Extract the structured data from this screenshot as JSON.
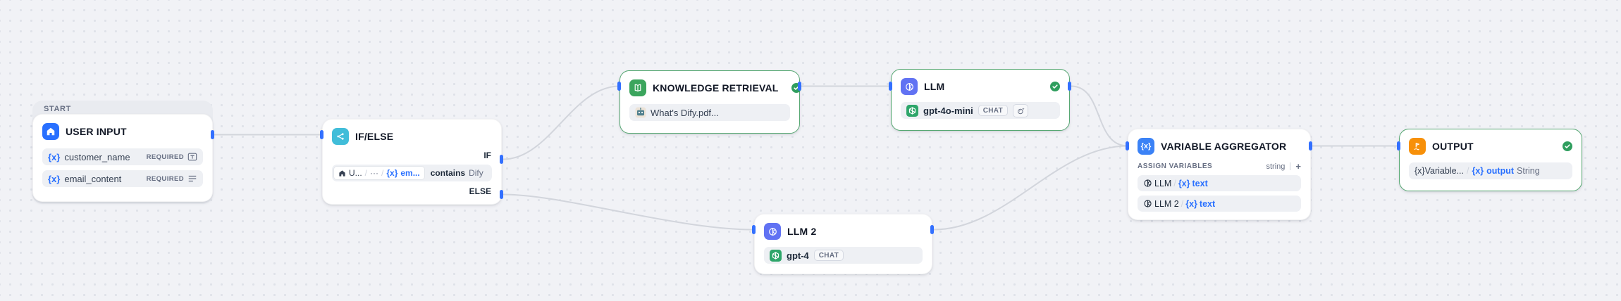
{
  "tokens": {
    "var": "{x}",
    "slash": "/",
    "ellipsis": "···"
  },
  "colors": {
    "canvas_bg": "#f1f2f6",
    "dot": "#dfe2e9",
    "edge": "#d2d5dc",
    "handle_blue": "#3370ff",
    "success_border": "#57a873",
    "check_green": "#2f9e5e",
    "user_input_icon": "#2970ff",
    "ifelse_icon": "#41bdd9",
    "knowledge_icon": "#3ba55d",
    "llm_icon": "#6172f3",
    "aggregator_icon": "#3b82f6",
    "output_icon": "#f79009",
    "openai_icon": "#2ea66a",
    "variable_blue": "#2970ff"
  },
  "icons": {
    "user_input": "home-icon",
    "ifelse": "branch-icon",
    "knowledge": "book-icon",
    "llm": "circle-model-icon",
    "aggregator": "braces-x-icon",
    "output": "flag-icon",
    "model_provider": "openai-icon",
    "document": "robot-doc-icon",
    "status": "check-circle-icon",
    "vision": "vision-sparkle-icon",
    "short_text": "text-input-icon",
    "paragraph": "paragraph-icon"
  },
  "start_group": {
    "label": "START"
  },
  "user_input": {
    "title": "USER INPUT",
    "fields": [
      {
        "name": "customer_name",
        "badge": "REQUIRED"
      },
      {
        "name": "email_content",
        "badge": "REQUIRED"
      }
    ]
  },
  "if_else": {
    "title": "IF/ELSE",
    "if_label": "IF",
    "else_label": "ELSE",
    "condition": {
      "source_node": "U...",
      "variable": "em...",
      "operator": "contains",
      "value": "Dify"
    }
  },
  "knowledge_retrieval": {
    "title": "KNOWLEDGE RETRIEVAL",
    "document": "What's Dify.pdf..."
  },
  "llm": {
    "title": "LLM",
    "model": "gpt-4o-mini",
    "mode_badge": "CHAT"
  },
  "llm2": {
    "title": "LLM 2",
    "model": "gpt-4",
    "mode_badge": "CHAT"
  },
  "variable_aggregator": {
    "title": "VARIABLE AGGREGATOR",
    "section_label": "ASSIGN VARIABLES",
    "output_type": "string",
    "add_label": "+",
    "variables": [
      {
        "source": "LLM",
        "variable": "text"
      },
      {
        "source": "LLM 2",
        "variable": "text"
      }
    ]
  },
  "output": {
    "title": "OUTPUT",
    "row": {
      "source": "Variable...",
      "variable": "output",
      "type": "String"
    }
  }
}
